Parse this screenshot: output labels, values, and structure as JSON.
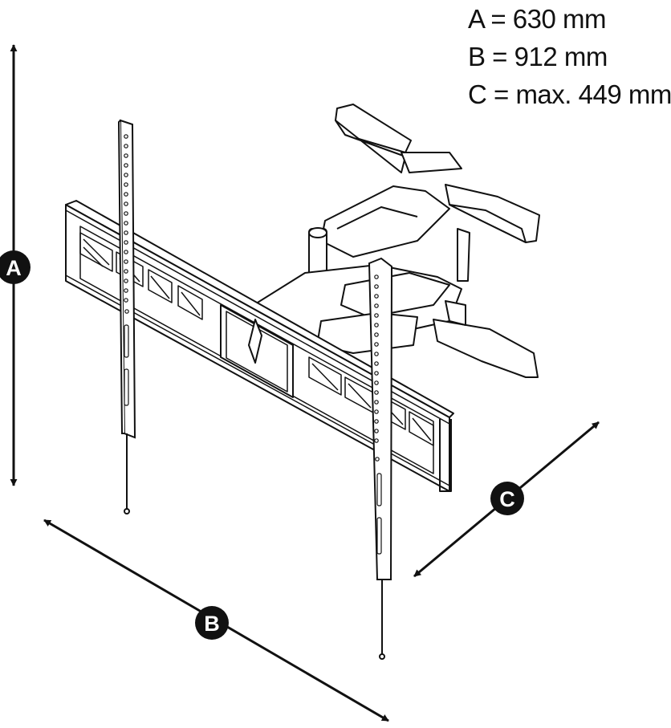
{
  "dimensions": {
    "a": "A = 630 mm",
    "b": "B = 912 mm",
    "c": "C = max. 449 mm"
  },
  "markers": {
    "a": "A",
    "b": "B",
    "c": "C"
  },
  "colors": {
    "line": "#111111",
    "fill": "#ffffff"
  }
}
